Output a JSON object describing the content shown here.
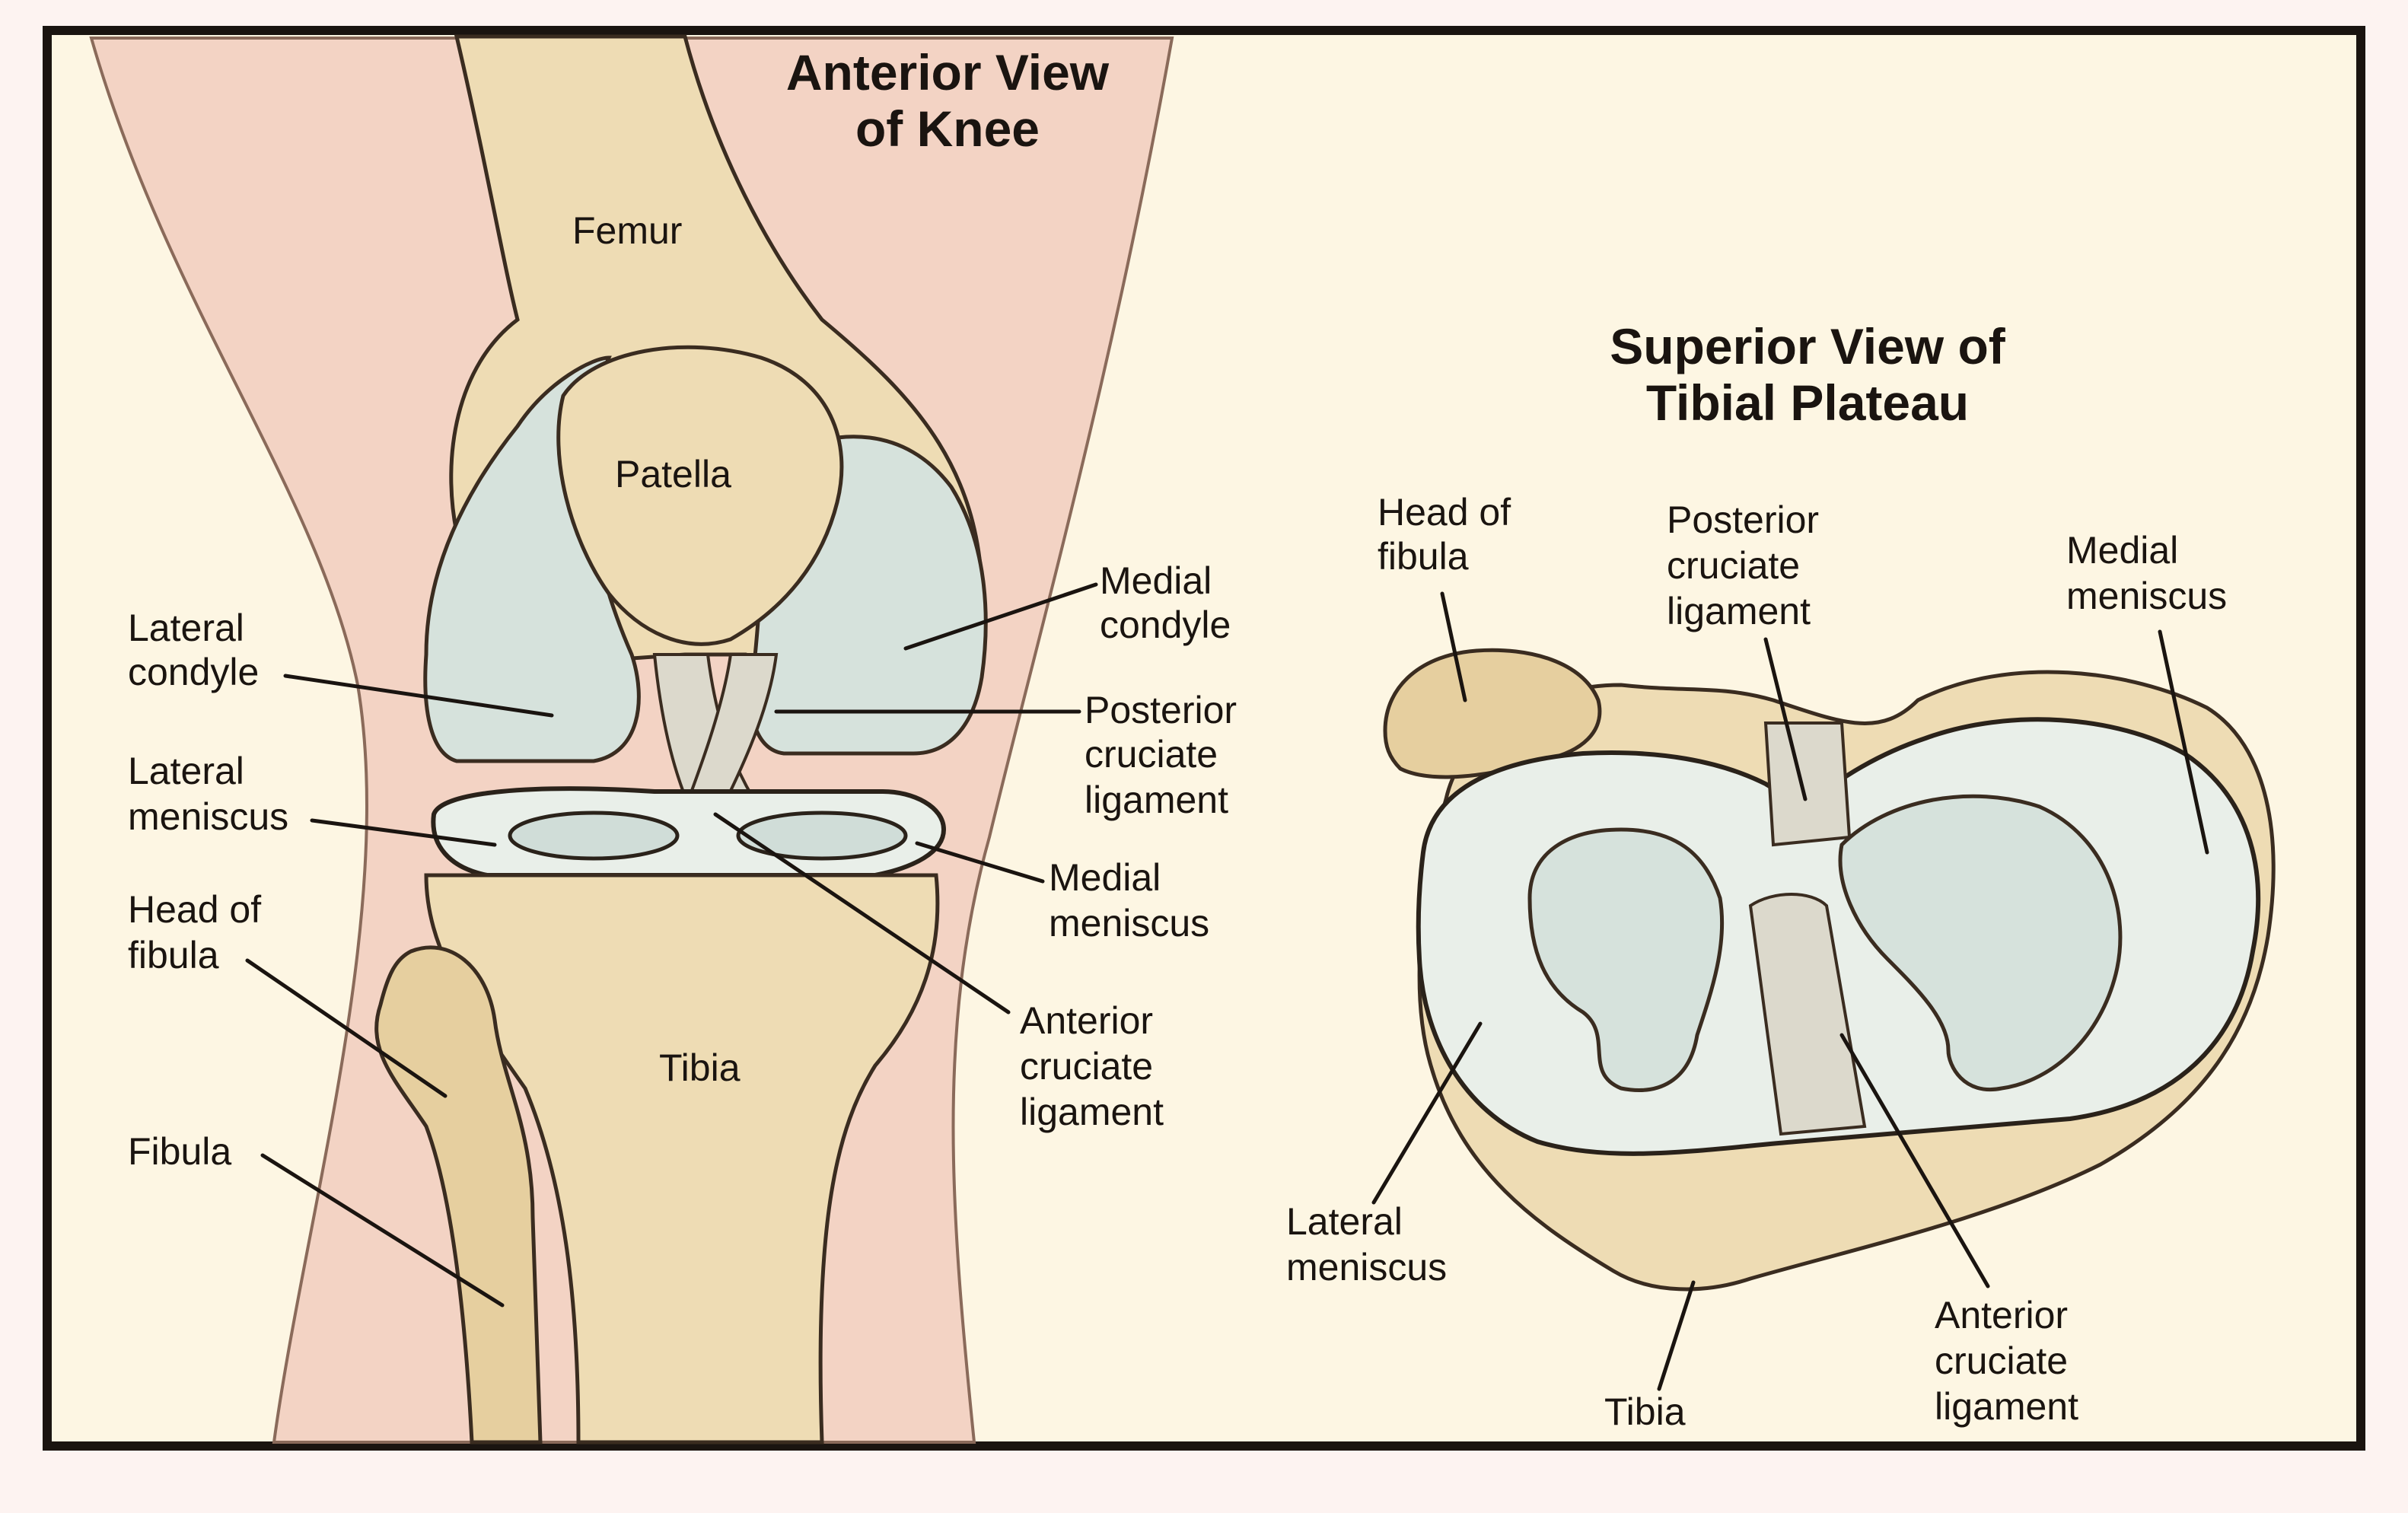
{
  "anterior_view": {
    "title_line1": "Anterior View",
    "title_line2": "of Knee",
    "labels": {
      "femur": "Femur",
      "patella": "Patella",
      "tibia": "Tibia",
      "lateral_condyle_1": "Lateral",
      "lateral_condyle_2": "condyle",
      "lateral_meniscus_1": "Lateral",
      "lateral_meniscus_2": "meniscus",
      "head_of_fibula_1": "Head of",
      "head_of_fibula_2": "fibula",
      "fibula": "Fibula",
      "medial_condyle_1": "Medial",
      "medial_condyle_2": "condyle",
      "pcl_1": "Posterior",
      "pcl_2": "cruciate",
      "pcl_3": "ligament",
      "medial_meniscus_1": "Medial",
      "medial_meniscus_2": "meniscus",
      "acl_1": "Anterior",
      "acl_2": "cruciate",
      "acl_3": "ligament"
    }
  },
  "superior_view": {
    "title_line1": "Superior View of",
    "title_line2": "Tibial Plateau",
    "labels": {
      "head_of_fibula_1": "Head of",
      "head_of_fibula_2": "fibula",
      "pcl_1": "Posterior",
      "pcl_2": "cruciate",
      "pcl_3": "ligament",
      "medial_meniscus_1": "Medial",
      "medial_meniscus_2": "meniscus",
      "lateral_meniscus_1": "Lateral",
      "lateral_meniscus_2": "meniscus",
      "tibia": "Tibia",
      "acl_1": "Anterior",
      "acl_2": "cruciate",
      "acl_3": "ligament"
    }
  },
  "colors": {
    "page_background": "#fdf3f1",
    "panel_background": "#fdf6e3",
    "border": "#1a1410",
    "bone": "#eedcb4",
    "cartilage": "#d6e2dc",
    "skin": "#f3d3c4"
  }
}
